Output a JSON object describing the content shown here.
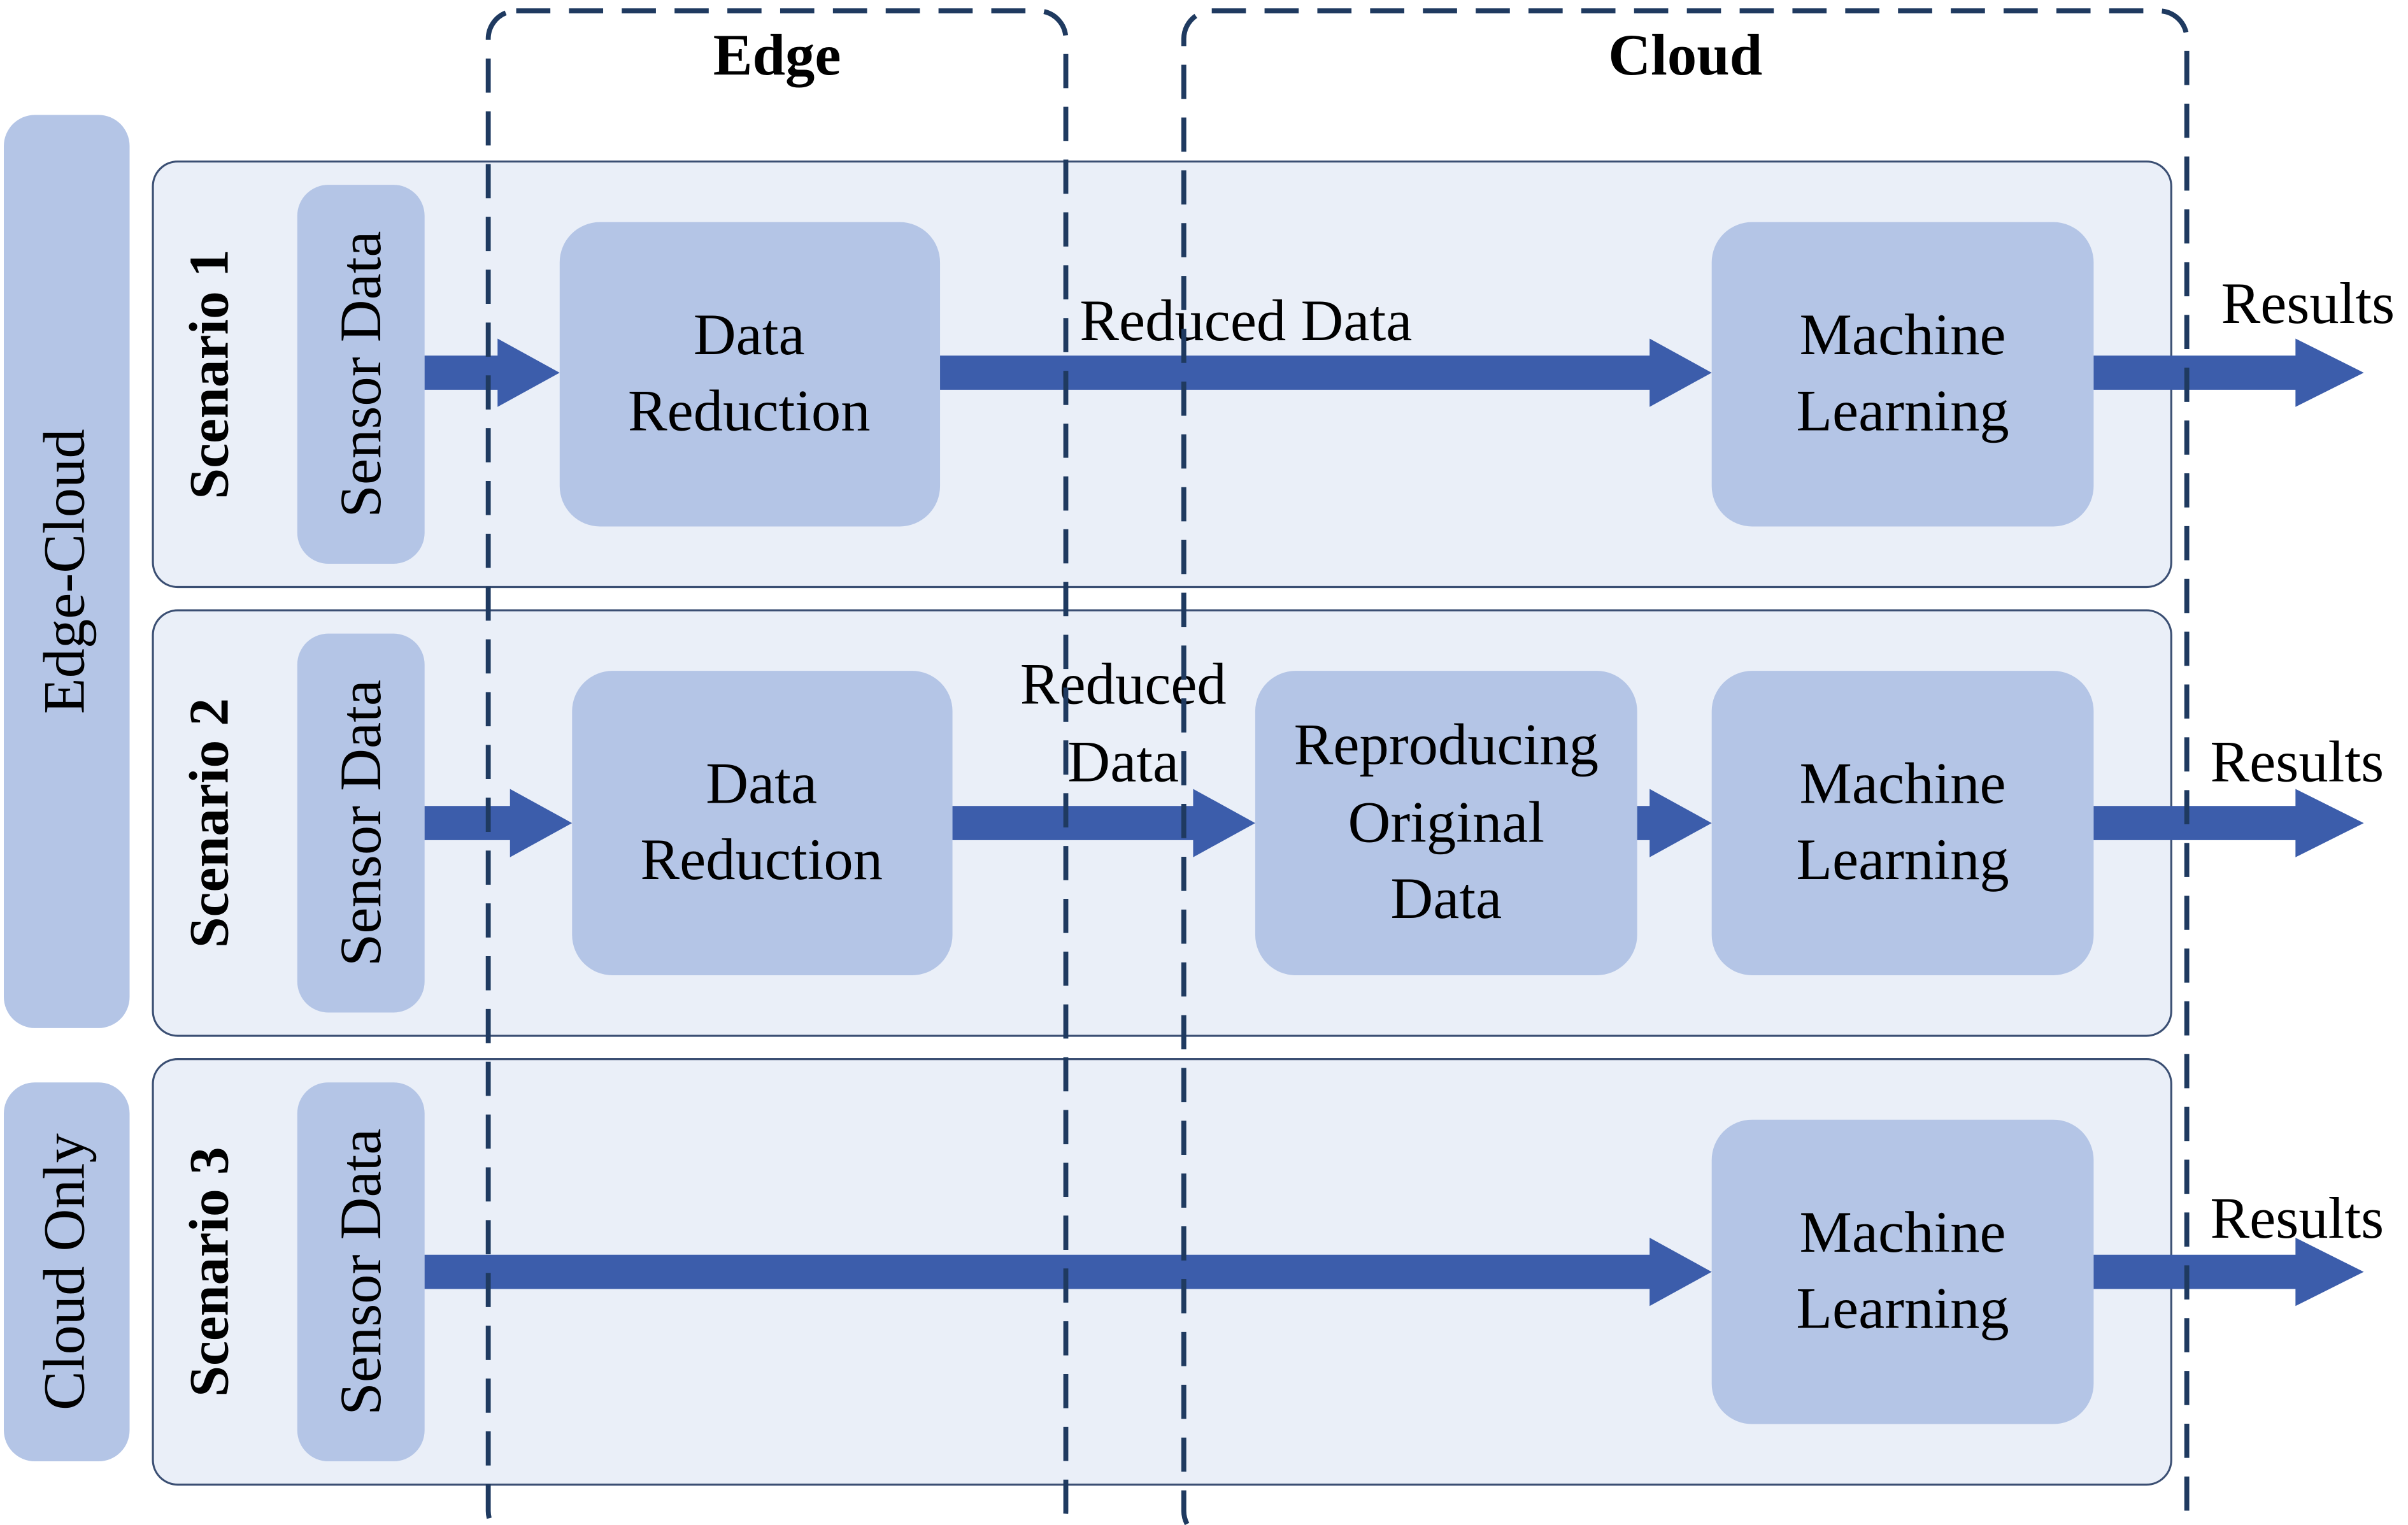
{
  "zones": {
    "edge_label": "Edge",
    "cloud_label": "Cloud"
  },
  "groups": {
    "edge_cloud_label": "Edge-Cloud",
    "cloud_only_label": "Cloud Only"
  },
  "scenarios": [
    {
      "label": "Scenario 1",
      "sensor_label": "Sensor Data",
      "reduction": [
        "Data",
        "Reduction"
      ],
      "edge_link_label": [
        "Reduced Data"
      ],
      "ml": [
        "Machine",
        "Learning"
      ],
      "output_label": "Results"
    },
    {
      "label": "Scenario 2",
      "sensor_label": "Sensor Data",
      "reduction": [
        "Data",
        "Reduction"
      ],
      "edge_link_label": [
        "Reduced",
        "Data"
      ],
      "reproduce": [
        "Reproducing",
        "Original",
        "Data"
      ],
      "ml": [
        "Machine",
        "Learning"
      ],
      "output_label": "Results"
    },
    {
      "label": "Scenario 3",
      "sensor_label": "Sensor Data",
      "ml": [
        "Machine",
        "Learning"
      ],
      "output_label": "Results"
    }
  ],
  "colors": {
    "panel_fill": "#eaeff8",
    "panel_stroke": "#3b4f73",
    "box_fill": "#b4c5e6",
    "arrow": "#3c5dab",
    "zone_stroke": "#1f3a60",
    "text": "#000000"
  }
}
